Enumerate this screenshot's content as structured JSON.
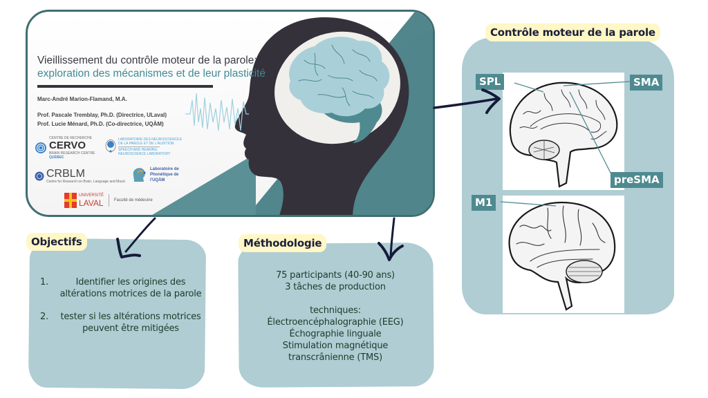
{
  "title_card": {
    "title": "Vieillissement du contrôle moteur de la parole:",
    "subtitle": "exploration des mécanismes et de leur plasticité",
    "author": "Marc-André Marion-Flamand, M.A.",
    "supervisors": [
      "Prof. Pascale Tremblay, Ph.D. (Directrice, ULaval)",
      "Prof. Lucie Ménard, Ph.D. (Co-directrice, UQÀM)"
    ],
    "logos": {
      "cervo": {
        "top": "CENTRE DE RECHERCHE",
        "name": "CERVO",
        "sub": "BRAIN RESEARCH CENTRE",
        "region": "QUÉBEC"
      },
      "speech_lab": {
        "line1": "LABORATOIRE DES NEUROSCIENCES",
        "line2": "DE LA PAROLE ET DE L'AUDITION",
        "line3": "SPEECH AND HEARING",
        "line4": "NEUROSCIENCE LABORATORY"
      },
      "crblm": {
        "name": "CRBLM",
        "sub": "Centre for Research on Brain, Language and Music"
      },
      "phonetique": {
        "line1": "Laboratoire de",
        "line2": "Phonétique de",
        "line3": "l'UQÀM"
      },
      "laval": {
        "line1": "UNIVERSITÉ",
        "line2": "LAVAL",
        "faculty": "Faculté de médecine"
      }
    }
  },
  "objectifs": {
    "heading": "Objectifs",
    "items": [
      {
        "num": "1.",
        "text": "Identifier les origines des altérations motrices de la parole"
      },
      {
        "num": "2.",
        "text": "tester si les altérations motrices peuvent être mitigées"
      }
    ]
  },
  "methodologie": {
    "heading": "Méthodologie",
    "lines": [
      "75 participants (40-90 ans)",
      "3 tâches de production"
    ],
    "techniques_heading": "techniques:",
    "techniques": [
      "Électroencéphalographie (EEG)",
      "Échographie linguale",
      "Stimulation magnétique",
      "transcrânienne (TMS)"
    ]
  },
  "controle": {
    "heading": "Contrôle moteur de la parole",
    "labels": {
      "spl": "SPL",
      "sma": "SMA",
      "presma": "preSMA",
      "m1": "M1"
    }
  },
  "colors": {
    "teal": "#4e8a90",
    "panel": "#afcdd3",
    "tag": "#fff7c6",
    "dark": "#34313b",
    "arrow": "#151a3a"
  }
}
